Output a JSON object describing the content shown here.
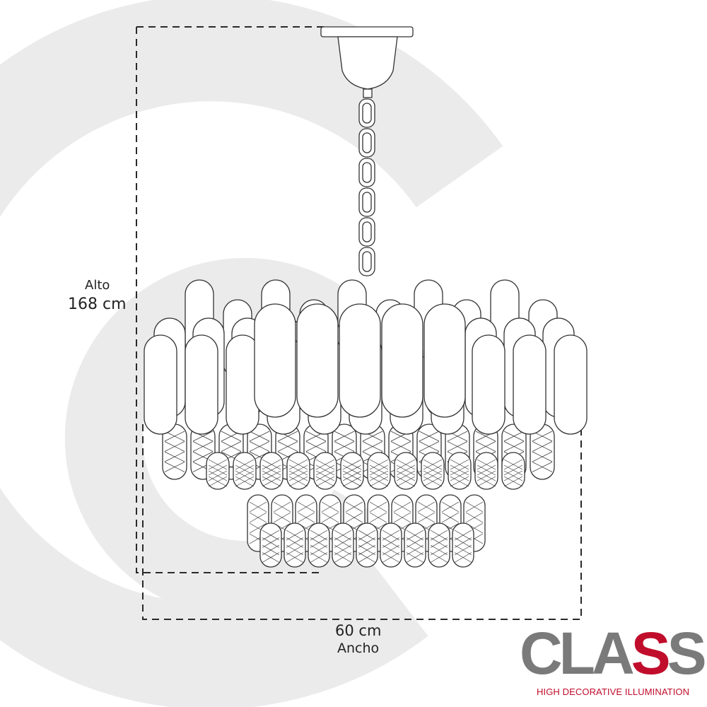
{
  "dimensions": {
    "height_word": "Alto",
    "height_value": "168 cm",
    "width_value": "60 cm",
    "width_word": "Ancho"
  },
  "brand": {
    "wordmark_left": "CLA",
    "wordmark_dot": "S",
    "wordmark_right": "S",
    "registered": "®",
    "tagline": "HIGH DECORATIVE ILLUMINATION",
    "colors": {
      "wordmark": "#7a7a7a",
      "accent": "#c00d2b"
    }
  },
  "colors": {
    "watermark": "#ebebeb",
    "line": "#2a2a2a"
  }
}
